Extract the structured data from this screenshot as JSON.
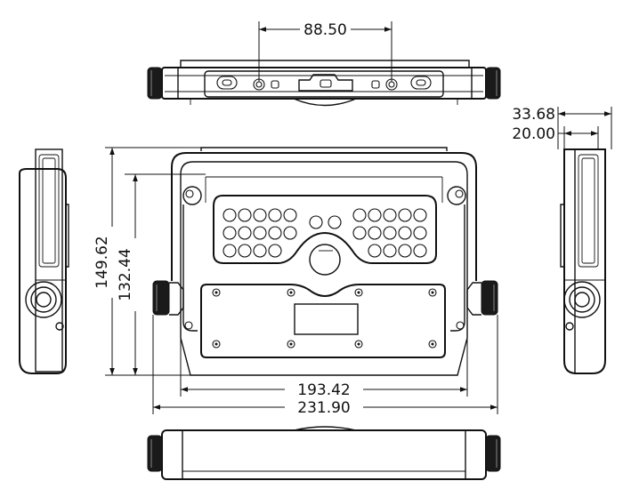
{
  "dimensions": {
    "top_hole_spacing": "88.50",
    "side_depth_overall": "33.68",
    "side_depth_body": "20.00",
    "height_overall": "149.62",
    "height_body": "132.44",
    "width_body": "193.42",
    "width_overall": "231.90"
  }
}
